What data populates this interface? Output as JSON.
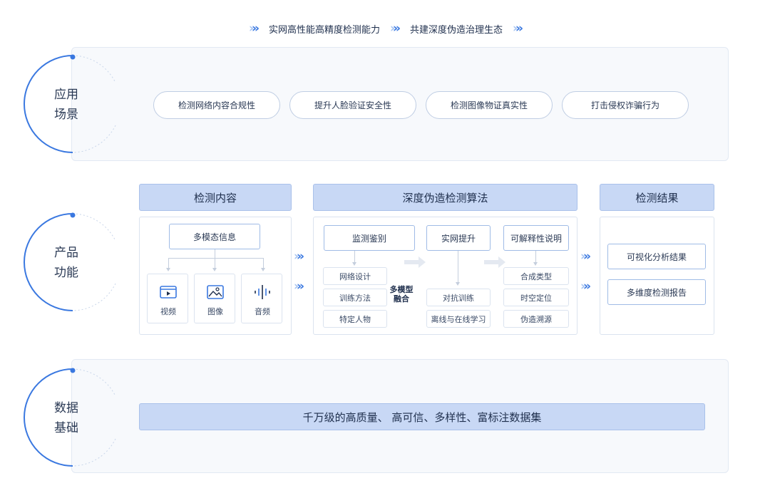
{
  "banner": {
    "left_text": "实网高性能高精度检测能力",
    "right_text": "共建深度伪造治理生态"
  },
  "rows": {
    "scenario": {
      "line1": "应用",
      "line2": "场景"
    },
    "function": {
      "line1": "产品",
      "line2": "功能"
    },
    "data": {
      "line1": "数据",
      "line2": "基础"
    }
  },
  "scenarios": [
    "检测网络内容合规性",
    "提升人脸验证安全性",
    "检测图像物证真实性",
    "打击侵权诈骗行为"
  ],
  "detect_content": {
    "header": "检测内容",
    "multimodal": "多模态信息",
    "media": [
      {
        "label": "视频",
        "icon": "video-icon"
      },
      {
        "label": "图像",
        "icon": "image-icon"
      },
      {
        "label": "音频",
        "icon": "audio-icon"
      }
    ]
  },
  "algorithm": {
    "header": "深度伪造检测算法",
    "monitor": {
      "title": "监测鉴别",
      "items": [
        "网络设计",
        "训练方法",
        "特定人物"
      ]
    },
    "fusion": "多模型融合",
    "fusion_line1": "多模型",
    "fusion_line2": "融合",
    "realnet": {
      "title": "实网提升",
      "items": [
        "对抗训练",
        "离线与在线学习"
      ]
    },
    "explain": {
      "title": "可解释性说明",
      "items": [
        "合成类型",
        "时空定位",
        "伪造溯源"
      ]
    }
  },
  "results": {
    "header": "检测结果",
    "items": [
      "可视化分析结果",
      "多维度检测报告"
    ]
  },
  "dataset": "千万级的高质量、 高可信、多样性、富标注数据集",
  "colors": {
    "accent": "#3a78e0",
    "header_fill": "#c8d8f5",
    "panel_bg": "#f7f9fc"
  }
}
